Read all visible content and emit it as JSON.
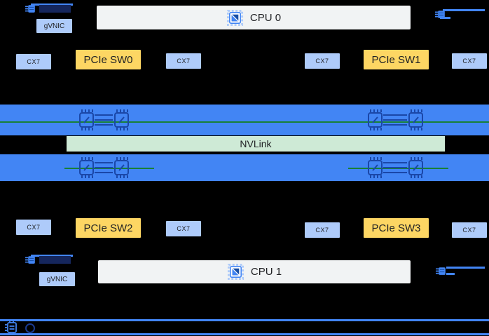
{
  "labels": {
    "cpu0": "CPU 0",
    "cpu1": "CPU 1",
    "gvnic": "gVNIC",
    "cx7": "CX7",
    "pcie_sw0": "PCIe SW0",
    "pcie_sw1": "PCIe SW1",
    "pcie_sw2": "PCIe SW2",
    "pcie_sw3": "PCIe SW3",
    "nvlink": "NVLink"
  },
  "icons": {
    "cpu_icon": "cpu-chip-icon",
    "gpu_icon": "gpu-chip-icon",
    "nic_icon": "nic-chip-icon",
    "bus_icon": "bus-chip-icon"
  },
  "colors": {
    "background": "#000000",
    "band_blue": "#4285f4",
    "box_light_blue": "#aecbfa",
    "pcie_yellow": "#fdd663",
    "cpu_gray": "#f1f3f4",
    "nvlink_green": "#ceead6",
    "link_green": "#188038",
    "chip_dark_blue": "#1a47a8"
  }
}
